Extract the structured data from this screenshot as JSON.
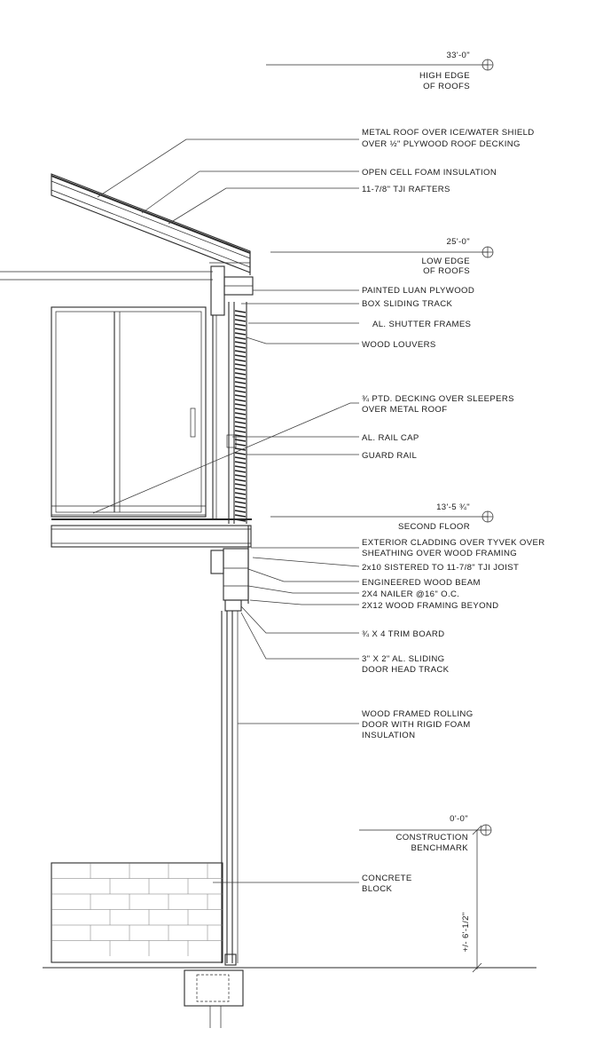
{
  "elevations": [
    {
      "id": "high-edge",
      "value": "33'-0\"",
      "caption": [
        "HIGH EDGE",
        "OF ROOFS"
      ]
    },
    {
      "id": "low-edge",
      "value": "25'-0\"",
      "caption": [
        "LOW EDGE",
        "OF ROOFS"
      ]
    },
    {
      "id": "second-floor",
      "value": "13'-5 ¾\"",
      "caption": [
        "SECOND FLOOR"
      ]
    },
    {
      "id": "benchmark",
      "value": "0'-0\"",
      "caption": [
        "CONSTRUCTION",
        "BENCHMARK"
      ]
    }
  ],
  "callouts": [
    {
      "id": "metal-roof",
      "lines": [
        "METAL ROOF OVER ICE/WATER SHIELD",
        "OVER ½\" PLYWOOD ROOF DECKING"
      ]
    },
    {
      "id": "open-cell-foam",
      "lines": [
        "OPEN CELL FOAM INSULATION"
      ]
    },
    {
      "id": "tji-rafters",
      "lines": [
        "11-7/8\" TJI RAFTERS"
      ]
    },
    {
      "id": "luan-plywood",
      "lines": [
        "PAINTED LUAN PLYWOOD"
      ]
    },
    {
      "id": "box-sliding-track",
      "lines": [
        "BOX SLIDING TRACK"
      ]
    },
    {
      "id": "shutter-frames",
      "lines": [
        "AL. SHUTTER FRAMES"
      ]
    },
    {
      "id": "wood-louvers",
      "lines": [
        "WOOD LOUVERS"
      ]
    },
    {
      "id": "ptd-decking",
      "lines": [
        "¾ PTD. DECKING OVER SLEEPERS",
        "OVER METAL ROOF"
      ]
    },
    {
      "id": "rail-cap",
      "lines": [
        "AL. RAIL CAP"
      ]
    },
    {
      "id": "guard-rail",
      "lines": [
        "GUARD RAIL"
      ]
    },
    {
      "id": "exterior-cladding",
      "lines": [
        "EXTERIOR CLADDING OVER TYVEK OVER",
        "SHEATHING OVER WOOD FRAMING"
      ]
    },
    {
      "id": "sistered-joist",
      "lines": [
        "2x10 SISTERED TO 11-7/8\" TJI JOIST"
      ]
    },
    {
      "id": "wood-beam",
      "lines": [
        "ENGINEERED WOOD BEAM"
      ]
    },
    {
      "id": "nailer",
      "lines": [
        "2X4 NAILER @16\" O.C."
      ]
    },
    {
      "id": "framing-beyond",
      "lines": [
        "2X12 WOOD FRAMING BEYOND"
      ]
    },
    {
      "id": "trim-board",
      "lines": [
        "¾ X 4 TRIM BOARD"
      ]
    },
    {
      "id": "head-track",
      "lines": [
        "3\" X 2\" AL. SLIDING",
        "DOOR HEAD TRACK"
      ]
    },
    {
      "id": "rolling-door",
      "lines": [
        "WOOD FRAMED ROLLING",
        "DOOR WITH RIGID FOAM",
        "INSULATION"
      ]
    },
    {
      "id": "concrete-block",
      "lines": [
        "CONCRETE",
        "BLOCK"
      ]
    }
  ],
  "dimension": {
    "label": "+/- 6'-1/2\""
  }
}
